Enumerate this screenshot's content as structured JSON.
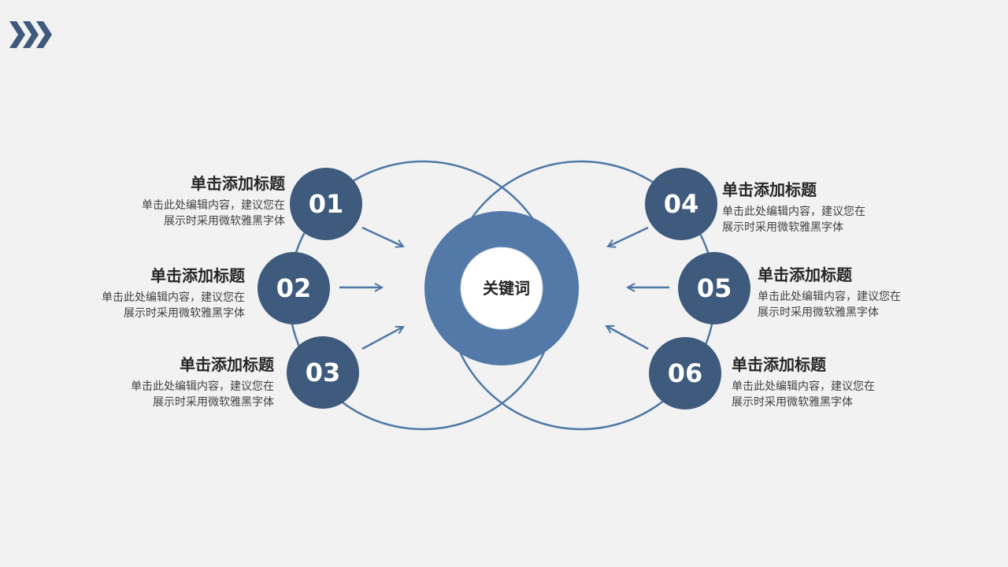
{
  "colors": {
    "background": "#f2f2f2",
    "dark_circle": "#3e5a7c",
    "center_ring": "#5279a8",
    "line": "#4f78a5",
    "center_inner": "#ffffff"
  },
  "logo": {
    "icon": "triple-chevron-icon"
  },
  "center": {
    "label": "关键词"
  },
  "items": [
    {
      "number": "01",
      "title": "单击添加标题",
      "desc_line1": "单击此处编辑内容，建议您在",
      "desc_line2": "展示时采用微软雅黑字体"
    },
    {
      "number": "02",
      "title": "单击添加标题",
      "desc_line1": "单击此处编辑内容，建议您在",
      "desc_line2": "展示时采用微软雅黑字体"
    },
    {
      "number": "03",
      "title": "单击添加标题",
      "desc_line1": "单击此处编辑内容，建议您在",
      "desc_line2": "展示时采用微软雅黑字体"
    },
    {
      "number": "04",
      "title": "单击添加标题",
      "desc_line1": "单击此处编辑内容，建议您在",
      "desc_line2": "展示时采用微软雅黑字体"
    },
    {
      "number": "05",
      "title": "单击添加标题",
      "desc_line1": "单击此处编辑内容，建议您在",
      "desc_line2": "展示时采用微软雅黑字体"
    },
    {
      "number": "06",
      "title": "单击添加标题",
      "desc_line1": "单击此处编辑内容，建议您在",
      "desc_line2": "展示时采用微软雅黑字体"
    }
  ]
}
